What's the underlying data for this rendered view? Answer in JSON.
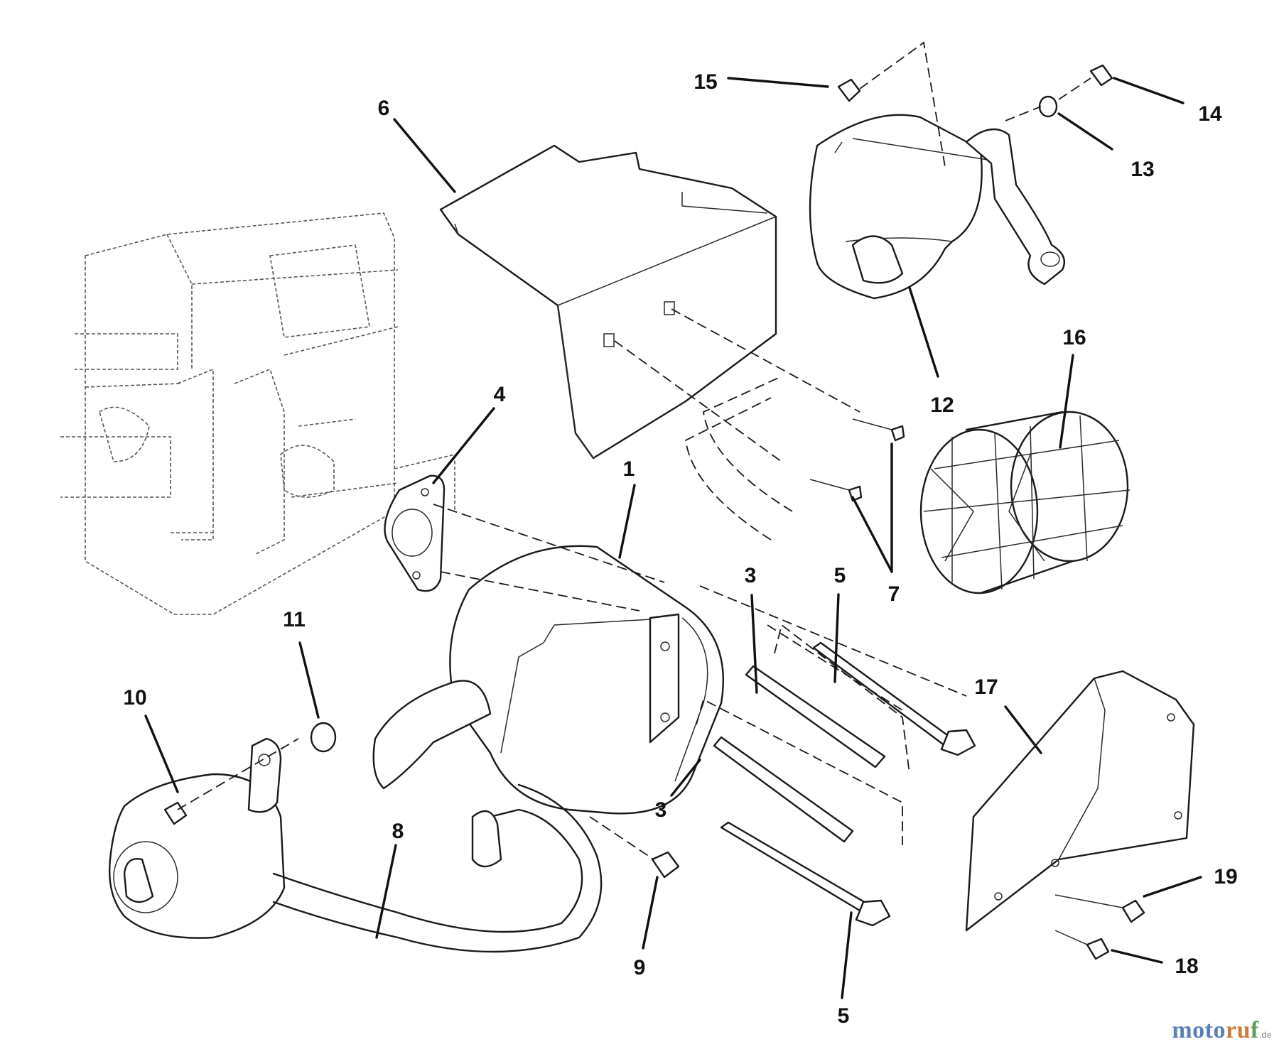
{
  "diagram": {
    "callouts": [
      {
        "id": "c1",
        "label": "1"
      },
      {
        "id": "c3a",
        "label": "3"
      },
      {
        "id": "c3b",
        "label": "3"
      },
      {
        "id": "c4",
        "label": "4"
      },
      {
        "id": "c5a",
        "label": "5"
      },
      {
        "id": "c5b",
        "label": "5"
      },
      {
        "id": "c6",
        "label": "6"
      },
      {
        "id": "c7",
        "label": "7"
      },
      {
        "id": "c8",
        "label": "8"
      },
      {
        "id": "c9",
        "label": "9"
      },
      {
        "id": "c10",
        "label": "10"
      },
      {
        "id": "c11",
        "label": "11"
      },
      {
        "id": "c12",
        "label": "12"
      },
      {
        "id": "c13",
        "label": "13"
      },
      {
        "id": "c14",
        "label": "14"
      },
      {
        "id": "c15",
        "label": "15"
      },
      {
        "id": "c16",
        "label": "16"
      },
      {
        "id": "c17",
        "label": "17"
      },
      {
        "id": "c18",
        "label": "18"
      },
      {
        "id": "c19",
        "label": "19"
      }
    ]
  },
  "watermark": {
    "brand_a": "moto",
    "brand_b": "ru",
    "brand_c": "f",
    "tld": ".de"
  },
  "colors": {
    "line": "#1a1a1a",
    "background": "#ffffff"
  }
}
